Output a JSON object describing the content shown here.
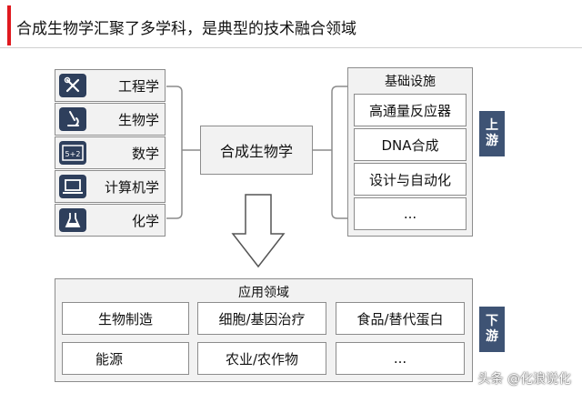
{
  "title": "合成生物学汇聚了多学科，是典型的技术融合领域",
  "disciplines": [
    {
      "label": "工程学",
      "icon": "tools-icon"
    },
    {
      "label": "生物学",
      "icon": "microscope-icon"
    },
    {
      "label": "数学",
      "icon": "formula-board-icon"
    },
    {
      "label": "计算机学",
      "icon": "laptop-icon"
    },
    {
      "label": "化学",
      "icon": "flask-icon"
    }
  ],
  "center_label": "合成生物学",
  "infrastructure": {
    "title": "基础设施",
    "items": [
      "高通量反应器",
      "DNA合成",
      "设计与自动化",
      "..."
    ]
  },
  "upstream_tag": [
    "上",
    "游"
  ],
  "applications": {
    "title": "应用领域",
    "items": [
      "生物制造",
      "细胞/基因治疗",
      "食品/替代蛋白",
      "能源",
      "农业/农作物",
      "..."
    ]
  },
  "downstream_tag": [
    "下",
    "游"
  ],
  "watermark": "头条 @化浪说化",
  "colors": {
    "accent": "#e0191f",
    "tag": "#3e5374",
    "icon_bg": "#2e3f5c",
    "box_fill": "#f2f2f2",
    "border": "#8c8c8c"
  }
}
